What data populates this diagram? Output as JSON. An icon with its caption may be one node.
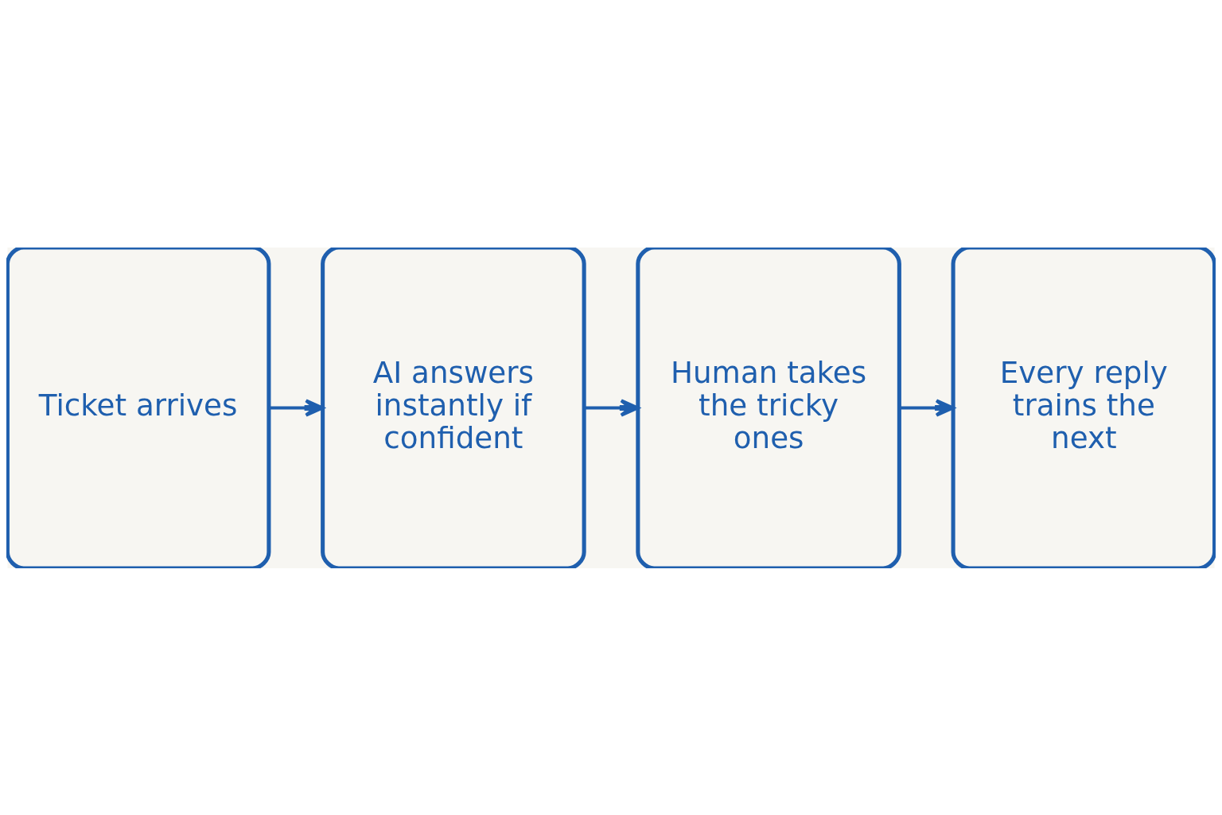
{
  "diagram": {
    "nodes": [
      {
        "text": [
          "Ticket arrives"
        ]
      },
      {
        "text": [
          "AI answers instantly if confident"
        ]
      },
      {
        "text": [
          "Human takes the tricky ones"
        ]
      },
      {
        "text": [
          "Every reply trains the next"
        ]
      }
    ],
    "edges": [
      {
        "from": 0,
        "to": 1,
        "arrow": "to"
      },
      {
        "from": 1,
        "to": 2,
        "arrow": "to"
      },
      {
        "from": 2,
        "to": 3,
        "arrow": "to"
      }
    ]
  }
}
